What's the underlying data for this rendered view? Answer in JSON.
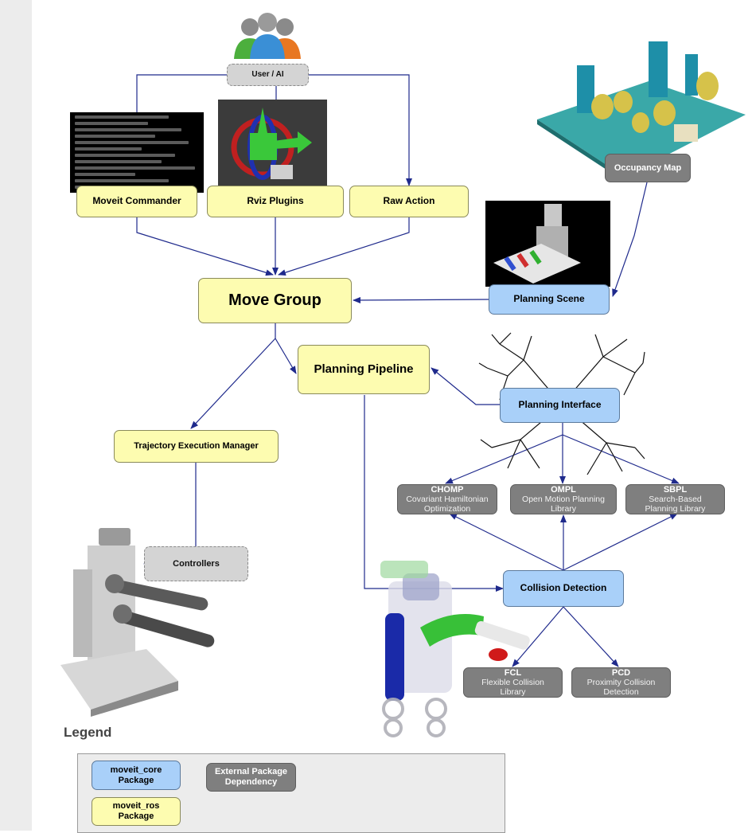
{
  "nodes": {
    "user_ai": "User / AI",
    "moveit_commander": "Moveit Commander",
    "rviz_plugins": "Rviz Plugins",
    "raw_action": "Raw Action",
    "occupancy_map": "Occupancy Map",
    "move_group": "Move Group",
    "planning_scene": "Planning Scene",
    "planning_pipeline": "Planning Pipeline",
    "planning_interface": "Planning Interface",
    "trajectory_execution_manager": "Trajectory Execution Manager",
    "controllers": "Controllers",
    "chomp": {
      "title": "CHOMP",
      "line1": "Covariant Hamiltonian",
      "line2": "Optimization"
    },
    "ompl": {
      "title": "OMPL",
      "line1": "Open Motion Planning",
      "line2": "Library"
    },
    "sbpl": {
      "title": "SBPL",
      "line1": "Search-Based",
      "line2": "Planning Library"
    },
    "collision_detection": "Collision Detection",
    "fcl": {
      "title": "FCL",
      "line1": "Flexible Collision",
      "line2": "Library"
    },
    "pcd": {
      "title": "PCD",
      "line1": "Proximity Collision",
      "line2": "Detection"
    }
  },
  "legend": {
    "title": "Legend",
    "core": {
      "line1": "moveit_core",
      "line2": "Package"
    },
    "ros": {
      "line1": "moveit_ros",
      "line2": "Package"
    },
    "external": {
      "line1": "External Package",
      "line2": "Dependency"
    }
  },
  "colors": {
    "moveit_ros": "#fdfcb0",
    "moveit_core": "#a9d0f9",
    "external": "#7f7f7f",
    "edge": "#1f2a8c"
  },
  "icons": [
    "users-icon",
    "terminal-screenshot",
    "rviz-screenshot",
    "occupancy-map-image",
    "planning-scene-image",
    "random-tree-image",
    "pr2-robot-image",
    "robot-arm-collision-image"
  ]
}
